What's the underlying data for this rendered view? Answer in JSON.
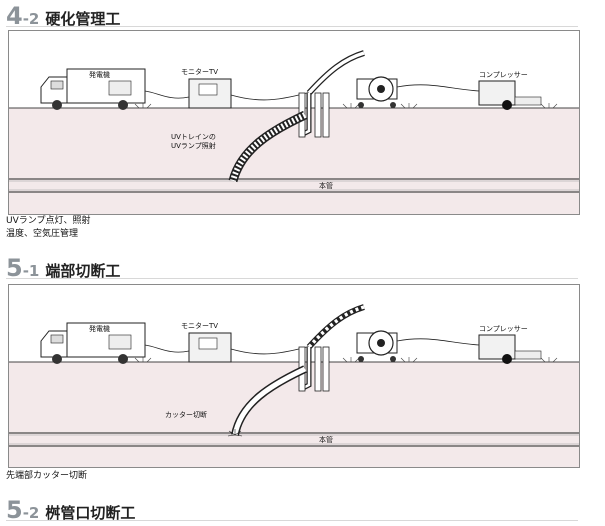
{
  "sections": [
    {
      "step_major": "4",
      "step_minor": "-2",
      "title": "硬化管理工",
      "labels": {
        "generator": "発電機",
        "monitor": "モニターTV",
        "compressor": "コンプレッサー",
        "inner": "UVトレインの",
        "inner2": "UVランプ照射",
        "main_pipe": "本管"
      },
      "caption_lines": [
        "UVランプ点灯、照射",
        "温度、空気圧管理"
      ]
    },
    {
      "step_major": "5",
      "step_minor": "-1",
      "title": "端部切断工",
      "labels": {
        "generator": "発電機",
        "monitor": "モニターTV",
        "compressor": "コンプレッサー",
        "inner": "カッター切断",
        "main_pipe": "本管"
      },
      "caption_lines": [
        "先端部カッター切断"
      ]
    },
    {
      "step_major": "5",
      "step_minor": "-2",
      "title": "桝管口切断工"
    }
  ],
  "colors": {
    "ground": "#f3e9ea",
    "step_number": "#8c9399",
    "border": "#8a8a8a"
  }
}
